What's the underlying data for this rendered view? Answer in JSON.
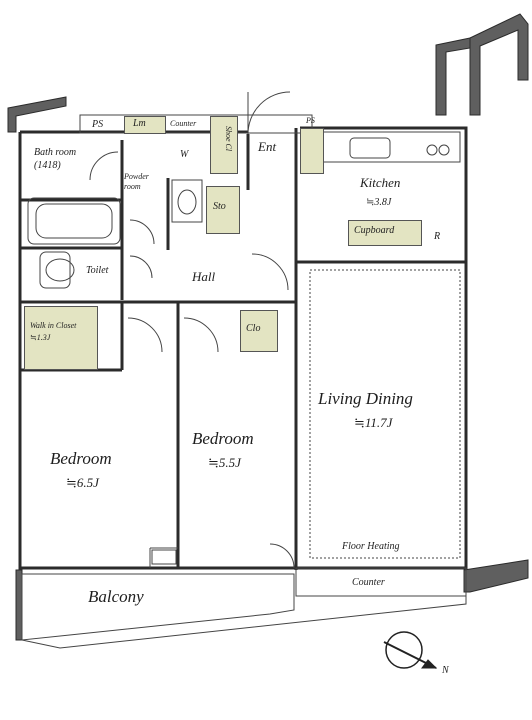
{
  "rooms": {
    "ps_left": "PS",
    "lm": "Lm",
    "counter_top": "Counter",
    "shoe_cl": "Shoe Cl",
    "ent": "Ent",
    "ps_right": "PS",
    "bath": "Bath room (1418)",
    "powder": "Powder room",
    "wm": "W",
    "sto": "Sto",
    "toilet": "Toilet",
    "hall": "Hall",
    "kitchen": "Kitchen",
    "kitchen_size": "≒3.8J",
    "cupboard": "Cupboard",
    "fridge": "R",
    "wic": "Walk in Closet ≒1.3J",
    "clo": "Clo",
    "bedroom1": "Bedroom",
    "bedroom1_size": "≒6.5J",
    "bedroom2": "Bedroom",
    "bedroom2_size": "≒5.5J",
    "living": "Living Dining",
    "living_size": "≒11.7J",
    "floor_heating": "Floor Heating",
    "balcony": "Balcony",
    "counter": "Counter",
    "compass_n": "N"
  },
  "colors": {
    "wall": "#2b2b2b",
    "wall_fill": "#5f5f5f",
    "closet": "#e3e4c2",
    "line": "#444444",
    "background": "#ffffff"
  }
}
